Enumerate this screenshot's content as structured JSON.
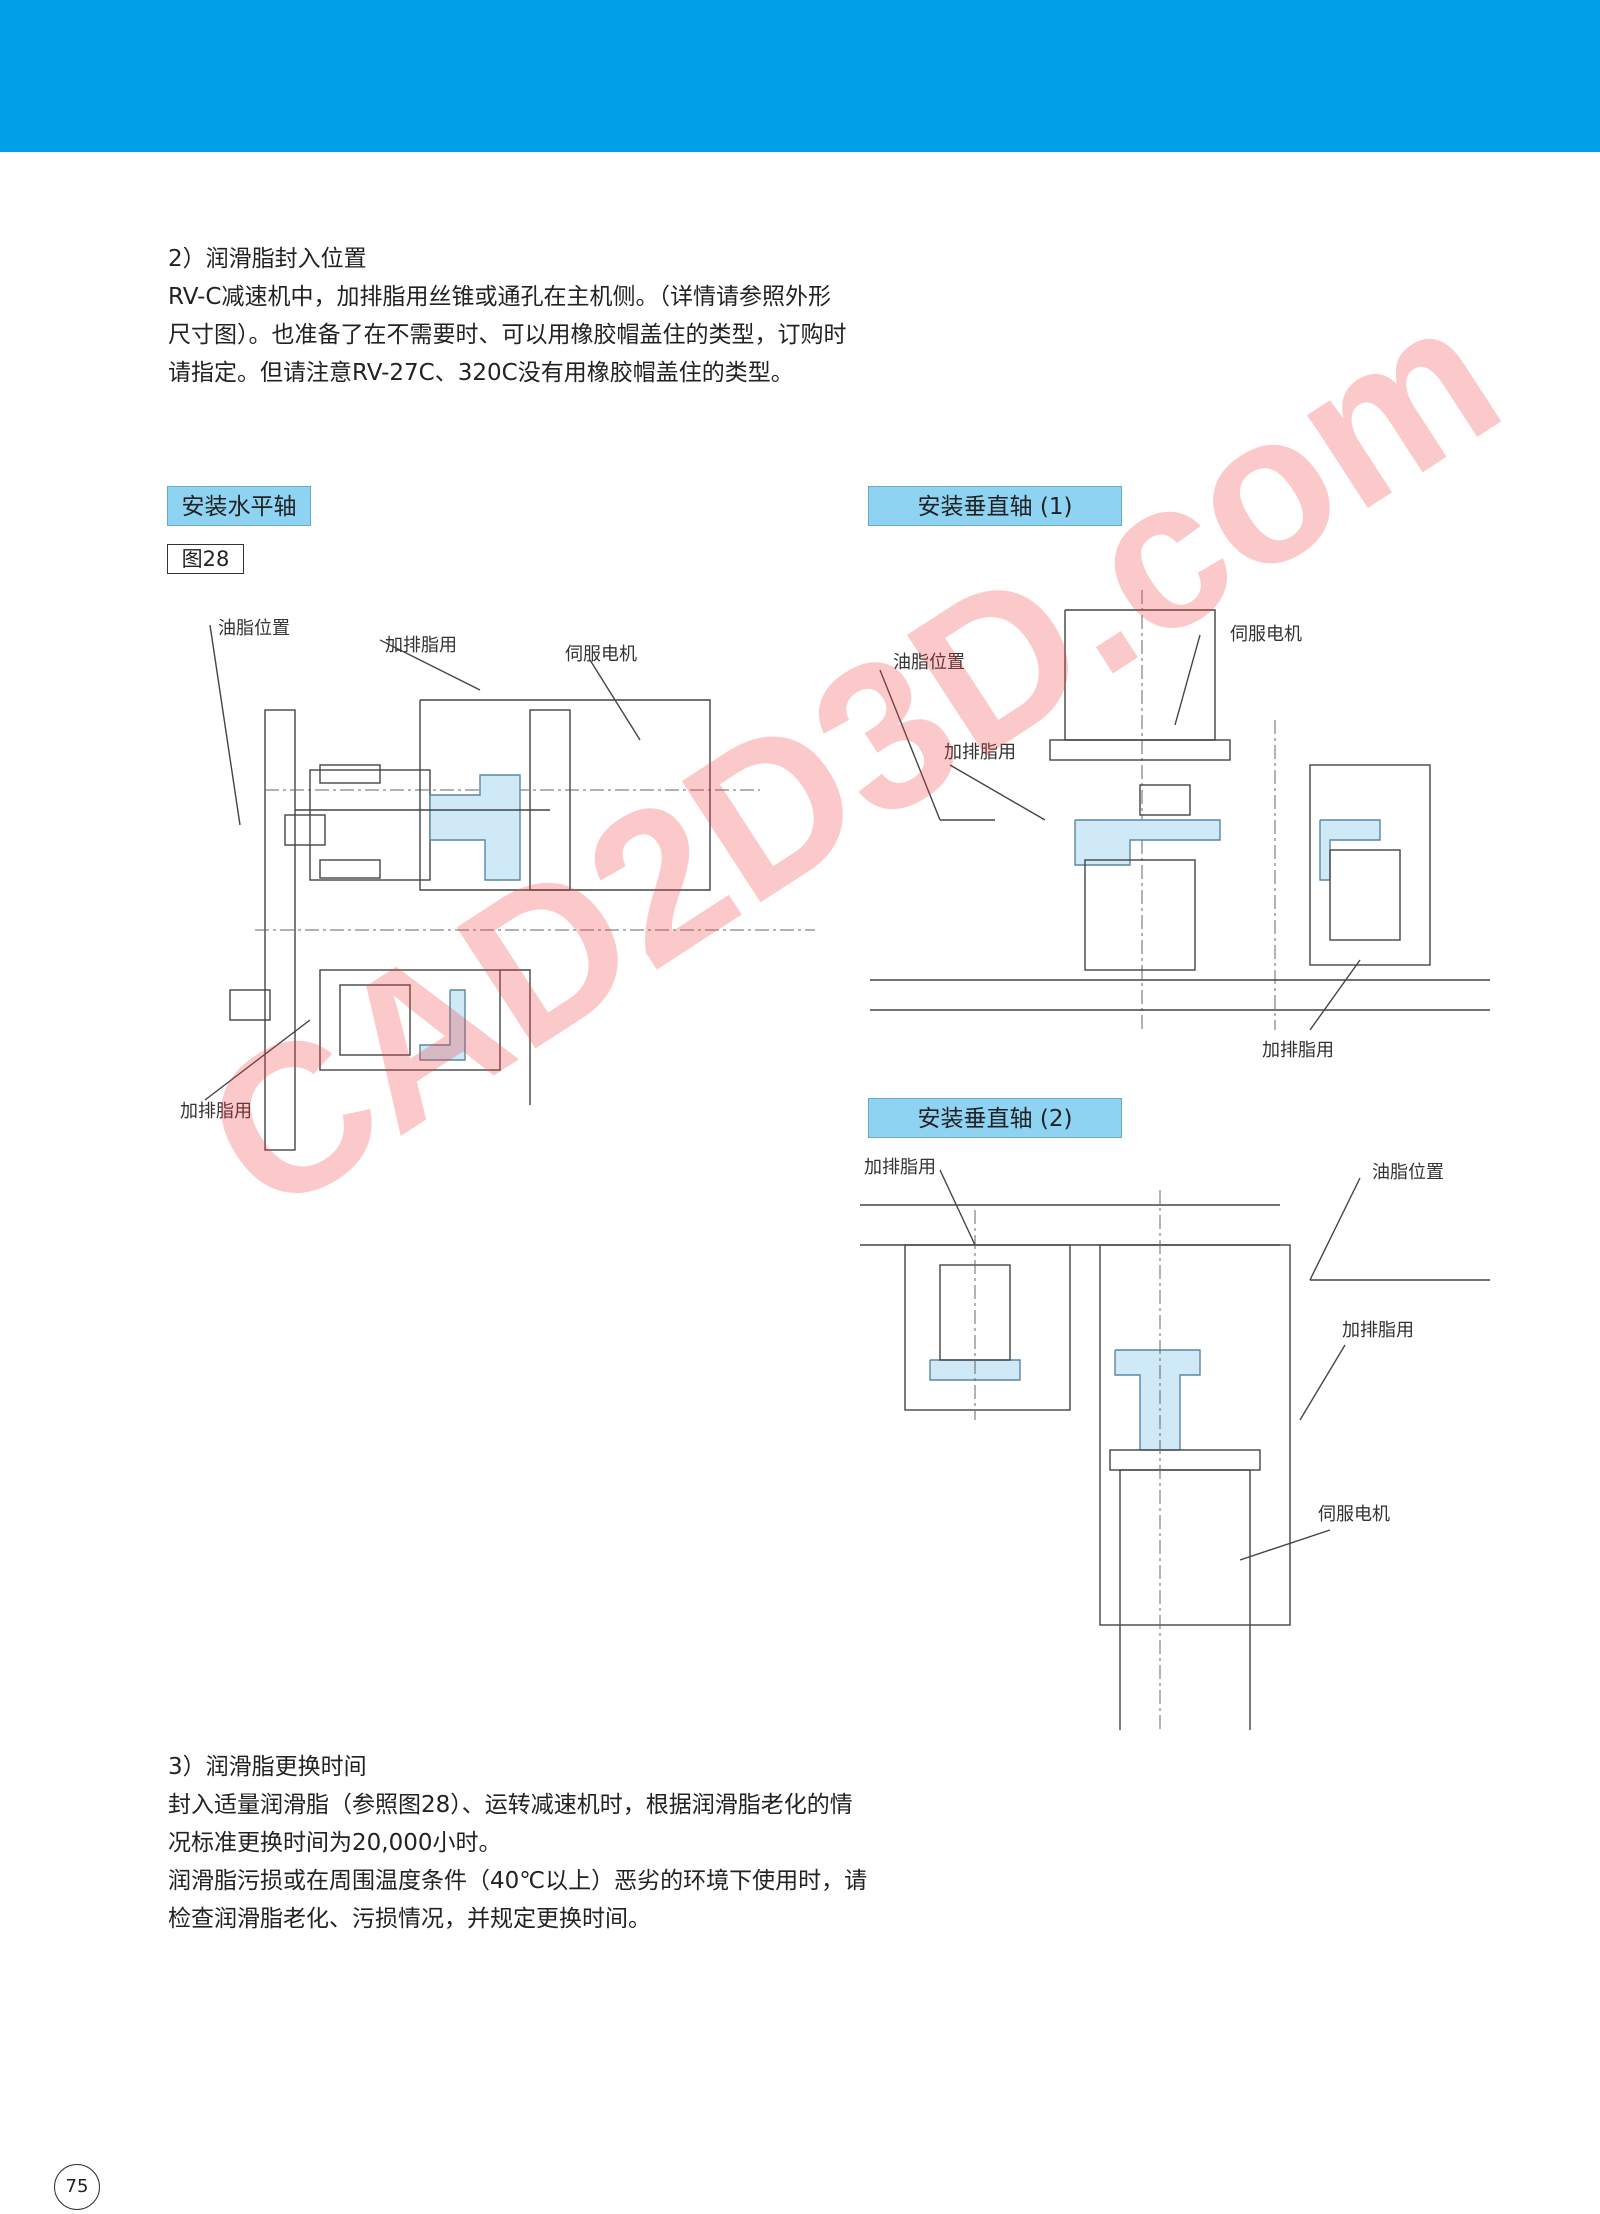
{
  "header": {
    "band_color": "#00a0e9"
  },
  "section2": {
    "heading": "2）润滑脂封入位置",
    "lines": [
      "RV-C减速机中，加排脂用丝锥或通孔在主机侧。（详情请参照外形",
      "尺寸图）。也准备了在不需要时、可以用橡胶帽盖住的类型，订购时",
      "请指定。但请注意RV-27C、320C没有用橡胶帽盖住的类型。"
    ]
  },
  "figures": {
    "horizontal": {
      "tag": "安装水平轴",
      "fig_no": "图28",
      "labels": {
        "grease_position": "油脂位置",
        "grease_port_top": "加排脂用",
        "servo_motor": "伺服电机",
        "grease_port_bottom": "加排脂用"
      }
    },
    "vertical1": {
      "tag": "安装垂直轴 (1)",
      "labels": {
        "servo_motor": "伺服电机",
        "grease_position": "油脂位置",
        "grease_port_left": "加排脂用",
        "grease_port_bottom": "加排脂用"
      }
    },
    "vertical2": {
      "tag": "安装垂直轴 (2)",
      "labels": {
        "grease_port_top": "加排脂用",
        "grease_position": "油脂位置",
        "grease_port_right": "加排脂用",
        "servo_motor": "伺服电机"
      }
    }
  },
  "section3": {
    "heading": "3）润滑脂更换时间",
    "lines": [
      "封入适量润滑脂（参照图28）、运转减速机时，根据润滑脂老化的情",
      "况标准更换时间为20,000小时。",
      "润滑脂污损或在周围温度条件（40℃以上）恶劣的环境下使用时，请",
      "检查润滑脂老化、污损情况，并规定更换时间。"
    ]
  },
  "page_number": "75",
  "watermark": "CAD2D3D.com"
}
